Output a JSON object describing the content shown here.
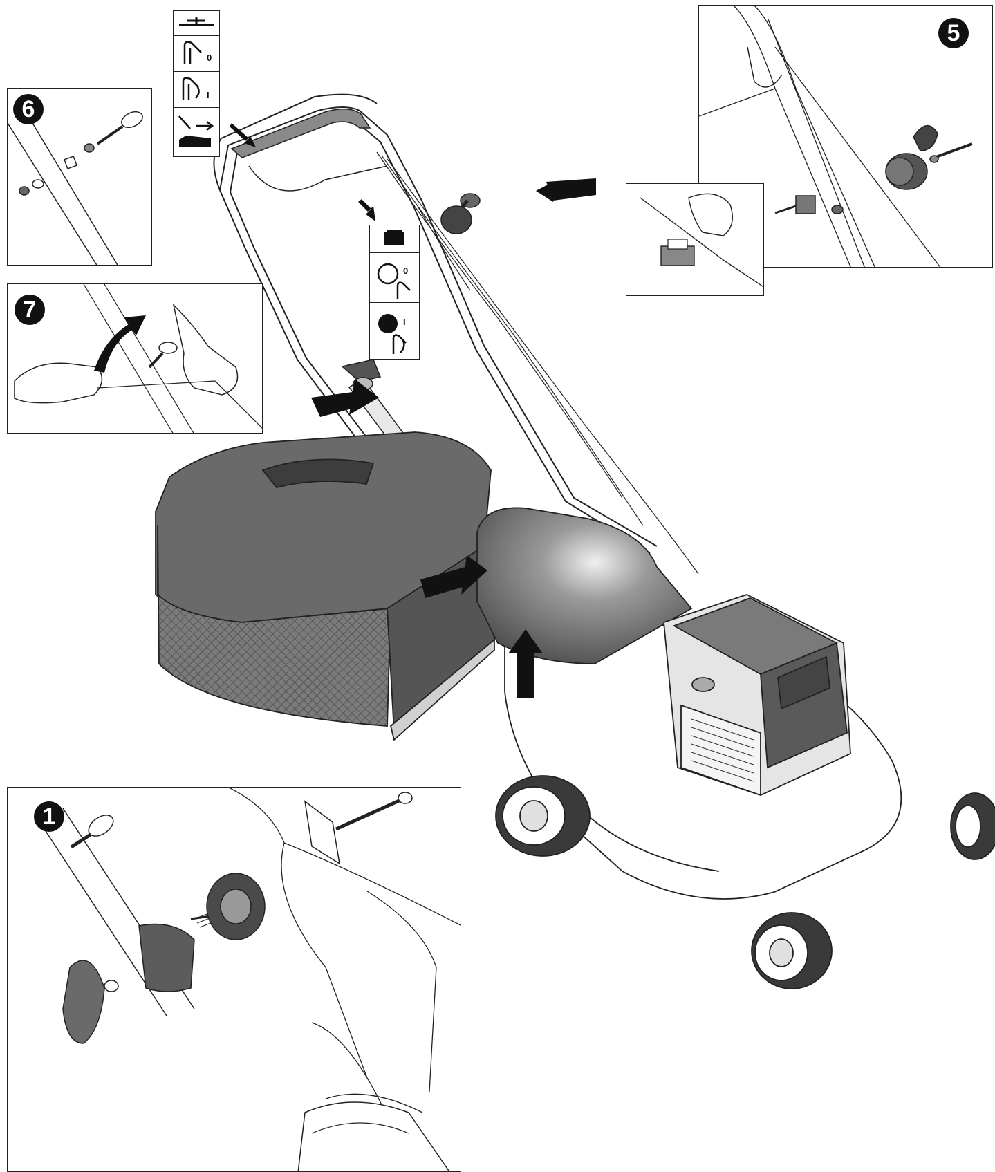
{
  "steps": [
    {
      "id": "6",
      "label": "6"
    },
    {
      "id": "7",
      "label": "7"
    },
    {
      "id": "5",
      "label": "5"
    },
    {
      "id": "1",
      "label": "1"
    }
  ],
  "symbol_panels": {
    "left": {
      "labels": [
        "0",
        "I"
      ]
    },
    "center": {
      "labels": [
        "0",
        "I"
      ]
    }
  },
  "colors": {
    "line": "#222222",
    "dark": "#3a3a3a",
    "mid": "#6d6d6d",
    "light": "#d9d9d9",
    "badge": "#111111"
  }
}
